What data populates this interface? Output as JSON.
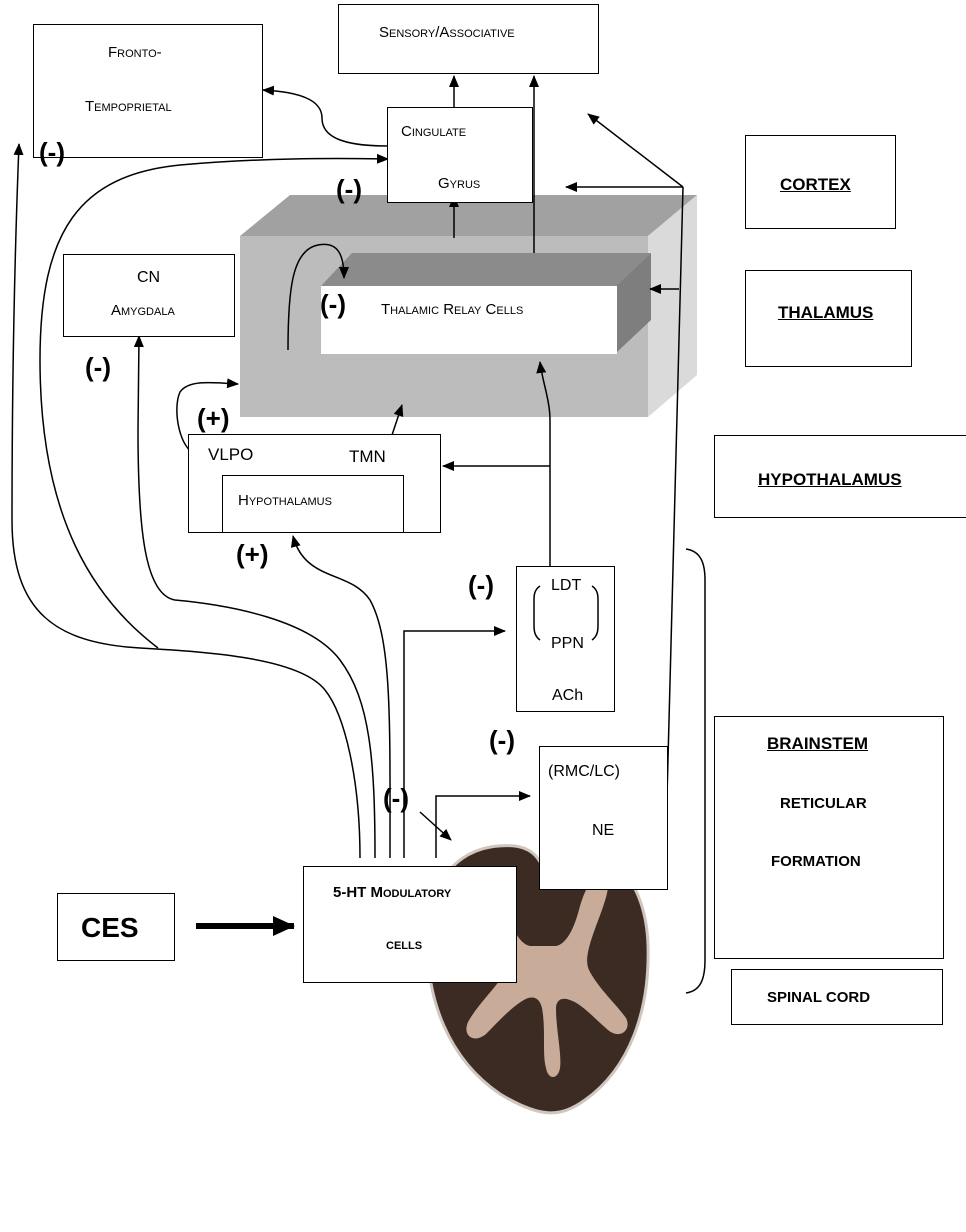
{
  "cortex_row": {
    "fronto_line1": "Fronto-",
    "fronto_line2": "Tempoprietal",
    "sensory": "Sensory/Associative",
    "cingulate_line1": "Cingulate",
    "cingulate_line2": "Gyrus"
  },
  "thalamus_row": {
    "cn": "CN",
    "amygdala": "Amygdala",
    "relay": "Thalamic Relay Cells"
  },
  "hypothalamus_row": {
    "vlpo": "VLPO",
    "tmn": "TMN",
    "hypothalamus": "Hypothalamus"
  },
  "brainstem_row": {
    "ldt": "LDT",
    "ppn": "PPN",
    "ach": "ACh",
    "rmc_lc": "(RMC/LC)",
    "ne": "NE"
  },
  "modulatory": {
    "line1": "5-HT Modulatory",
    "line2": "cells"
  },
  "ces": "CES",
  "signs": {
    "fronto_minus": "(-)",
    "cingulate_minus": "(-)",
    "amygdala_minus": "(-)",
    "relay_minus": "(-)",
    "vlpo_plus": "(+)",
    "hypothalamus_plus": "(+)",
    "ldt_minus": "(-)",
    "rmc_minus": "(-)",
    "spinal_minus": "(-)"
  },
  "region_labels": {
    "cortex": "CORTEX",
    "thalamus": "THALAMUS",
    "hypothalamus": "HYPOTHALAMUS",
    "brainstem": "BRAINSTEM",
    "reticular": "RETICULAR",
    "formation": "FORMATION",
    "spinal_cord": "SPINAL CORD"
  },
  "colors": {
    "block_top": "#9f9f9f",
    "block_front": "#b9b9b9",
    "block_side": "#dcdcdc",
    "relay_top": "#8a8a8a",
    "relay_side": "#7d7d7d",
    "cord_white_matter": "#3a2a22",
    "cord_gray_matter": "#c9ab99"
  }
}
